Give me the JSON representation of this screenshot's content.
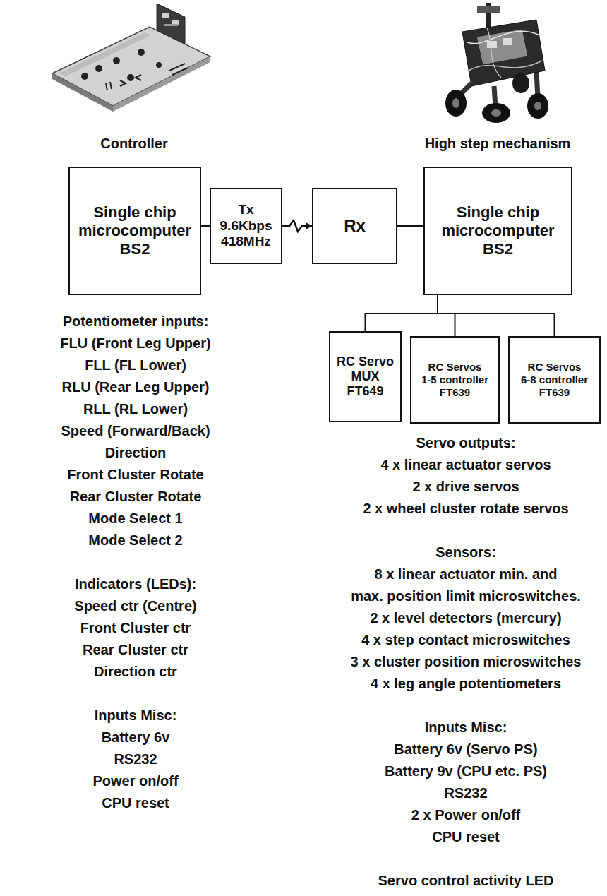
{
  "diagram": {
    "nodes": [
      {
        "text": [
          "Single chip microcomputer BS2"
        ]
      },
      {
        "text": [
          "Tx 9.6Kbps 418MHz"
        ]
      },
      {
        "text": [
          "Rx"
        ]
      },
      {
        "text": [
          "Single chip microcomputer BS2"
        ]
      },
      {
        "text": [
          "RC Servo MUX FT649"
        ]
      },
      {
        "text": [
          "RC Servos 1-5 controller FT639"
        ]
      },
      {
        "text": [
          "RC Servos 6-8 controller FT639"
        ]
      }
    ],
    "edges": [
      {
        "from": 0,
        "to": 1,
        "arrow": "none"
      },
      {
        "from": 1,
        "to": 2,
        "arrow": "to"
      },
      {
        "from": 2,
        "to": 3,
        "arrow": "none"
      },
      {
        "from": 3,
        "to": 4,
        "arrow": "none"
      },
      {
        "from": 3,
        "to": 5,
        "arrow": "none"
      },
      {
        "from": 3,
        "to": 6,
        "arrow": "none"
      }
    ],
    "labels": [
      "Controller",
      "High step mechanism",
      "Potentiometer inputs:",
      "FLU (Front Leg Upper)",
      "FLL (FL Lower)",
      "RLU (Rear Leg Upper)",
      "RLL (RL Lower)",
      "Speed (Forward/Back)",
      "Direction",
      "Front Cluster Rotate",
      "Rear Cluster Rotate",
      "Mode Select 1",
      "Mode Select 2",
      "Indicators (LEDs):",
      "Speed ctr (Centre)",
      "Front Cluster ctr",
      "Rear Cluster ctr",
      "Direction ctr",
      "Inputs Misc:",
      "Battery 6v",
      "RS232",
      "Power on/off",
      "CPU reset",
      "Servo outputs:",
      "4 x linear actuator servos",
      "2 x drive servos",
      "2 x wheel cluster rotate servos",
      "Sensors:",
      "8 x linear actuator min. and max. position limit microswitches.",
      "2 x level detectors (mercury)",
      "4 x step contact microswitches",
      "3 x cluster position microswitches",
      "4 x leg angle potentiometers",
      "Inputs Misc:",
      "Battery 6v (Servo PS)",
      "Battery 9v (CPU etc. PS)",
      "RS232",
      "2 x Power on/off",
      "CPU reset",
      "Servo control activity LED"
    ]
  }
}
